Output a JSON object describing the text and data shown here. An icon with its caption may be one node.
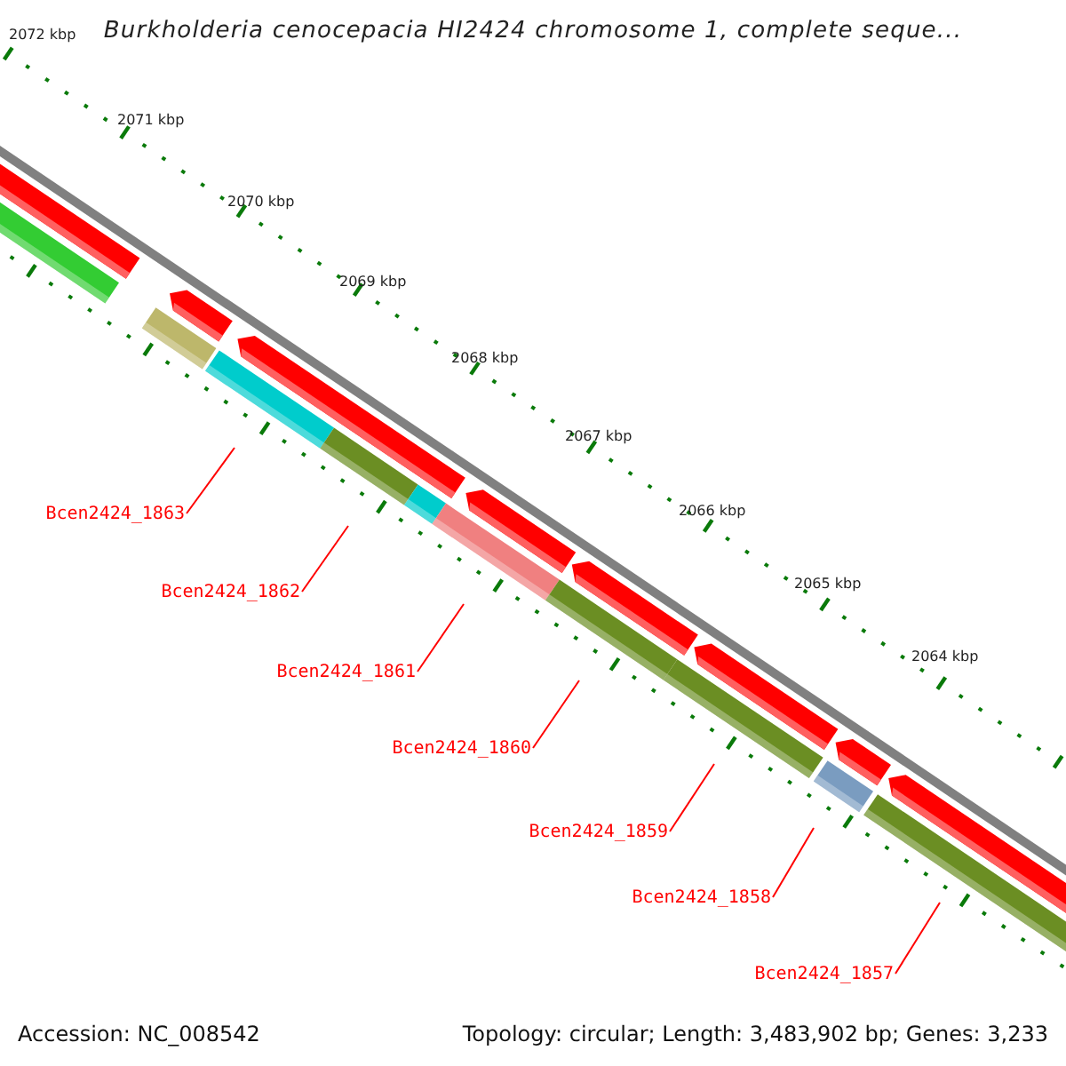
{
  "diagram": {
    "title": "Burkholderia cenocepacia HI2424 chromosome 1, complete seque...",
    "nodes": [
      {
        "text": [
          "Bcen2424_1863"
        ]
      },
      {
        "text": [
          "Bcen2424_1862"
        ]
      },
      {
        "text": [
          "Bcen2424_1861"
        ]
      },
      {
        "text": [
          "Bcen2424_1860"
        ]
      },
      {
        "text": [
          "Bcen2424_1859"
        ]
      },
      {
        "text": [
          "Bcen2424_1858"
        ]
      },
      {
        "text": [
          "Bcen2424_1857"
        ]
      }
    ],
    "edges": [
      {
        "from": 0,
        "to": null,
        "arrow": "none"
      },
      {
        "from": 1,
        "to": null,
        "arrow": "none"
      },
      {
        "from": 2,
        "to": null,
        "arrow": "none"
      },
      {
        "from": 3,
        "to": null,
        "arrow": "none"
      },
      {
        "from": 4,
        "to": null,
        "arrow": "none"
      },
      {
        "from": 5,
        "to": null,
        "arrow": "none"
      },
      {
        "from": 6,
        "to": null,
        "arrow": "none"
      }
    ],
    "labels": [
      "2072 kbp",
      "2071 kbp",
      "2070 kbp",
      "2069 kbp",
      "2068 kbp",
      "2067 kbp",
      "2066 kbp",
      "2065 kbp",
      "2064 kbp",
      "Accession: NC_008542",
      "Topology: circular; Length: 3,483,902 bp; Genes: 3,233"
    ]
  }
}
